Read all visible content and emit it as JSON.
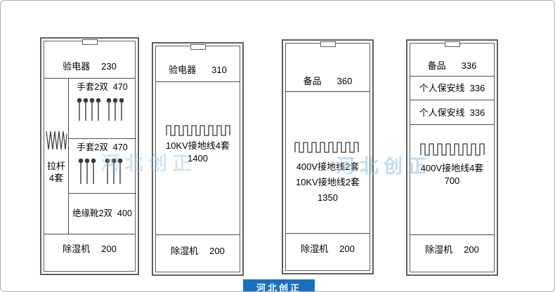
{
  "cabinets": {
    "c1": {
      "top": {
        "label": "验电器",
        "value": "230"
      },
      "left": {
        "line1": "拉杆",
        "line2": "4套"
      },
      "rowA": {
        "label": "手套2双",
        "value": "470"
      },
      "rowB": {
        "label": "手套2双",
        "value": "470"
      },
      "rowC": {
        "label": "绝缘靴2双",
        "value": "400"
      },
      "bottom": {
        "label": "除湿机",
        "value": "200"
      }
    },
    "c2": {
      "top": {
        "label": "验电器",
        "value": "310"
      },
      "mid": {
        "line1": "10KV接地线4套",
        "line2": "1400"
      },
      "bottom": {
        "label": "除湿机",
        "value": "200"
      }
    },
    "c3": {
      "top": {
        "label": "备品",
        "value": "360"
      },
      "mid": {
        "line1": "400V接地线2套",
        "line2": "10KV接地线2套",
        "line3": "1350"
      },
      "bottom": {
        "label": "除湿机",
        "value": "200"
      }
    },
    "c4": {
      "top": {
        "label": "备品",
        "value": "336"
      },
      "row2": {
        "label": "个人保安线",
        "value": "336"
      },
      "row3": {
        "label": "个人保安线",
        "value": "336"
      },
      "mid": {
        "line1": "400V接地线4套",
        "line2": "700"
      },
      "bottom": {
        "label": "除湿机",
        "value": "200"
      }
    }
  },
  "watermark": {
    "left": "河北创正",
    "right": "河北创正",
    "badge": "河北创正"
  }
}
